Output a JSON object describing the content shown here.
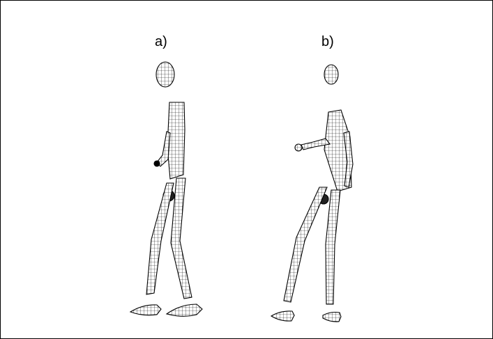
{
  "figure": {
    "panels": [
      {
        "label": "a)",
        "pose": "walking-upright"
      },
      {
        "label": "b)",
        "pose": "walking-leaning-arm-forward"
      }
    ],
    "colors": {
      "wire": "#000000",
      "fill": "#ffffff",
      "joint": "#000000"
    }
  }
}
